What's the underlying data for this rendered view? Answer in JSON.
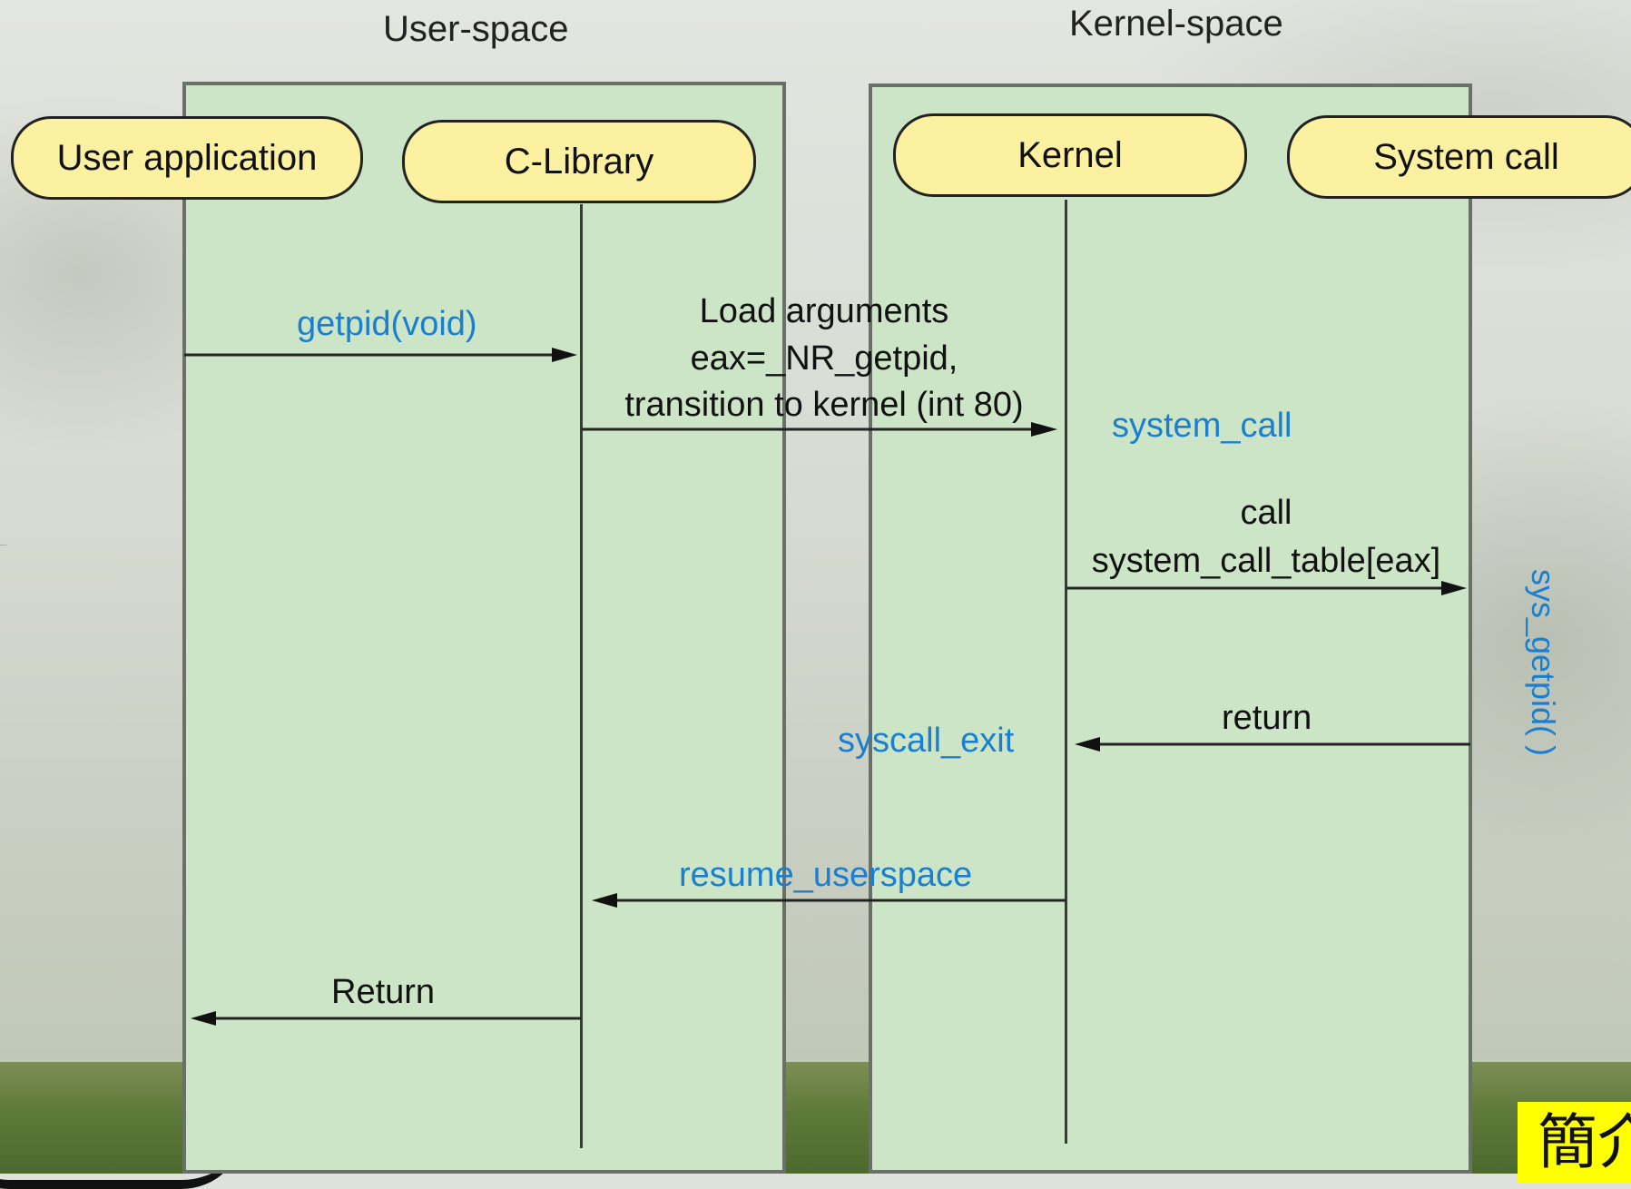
{
  "titles": {
    "user_space": "User-space",
    "kernel_space": "Kernel-space"
  },
  "actors": [
    {
      "label": "User application"
    },
    {
      "label": "C-Library"
    },
    {
      "label": "Kernel"
    },
    {
      "label": "System call"
    }
  ],
  "messages": {
    "getpid": "getpid(void)",
    "load_line1": "Load arguments",
    "load_line2": "eax=_NR_getpid,",
    "load_line3": "transition to kernel (int 80)",
    "system_call": "system_call",
    "call_line1": "call",
    "call_line2": "system_call_table[eax]",
    "return_lower": "return",
    "syscall_exit": "syscall_exit",
    "resume_userspace": "resume_userspace",
    "return_upper": "Return"
  },
  "side_label": "sys_getpid( )",
  "corner_text": "簡介",
  "colors": {
    "panel": "#cde5c7",
    "actor": "#fbf1a0",
    "blue_text": "#1a7fd0"
  }
}
